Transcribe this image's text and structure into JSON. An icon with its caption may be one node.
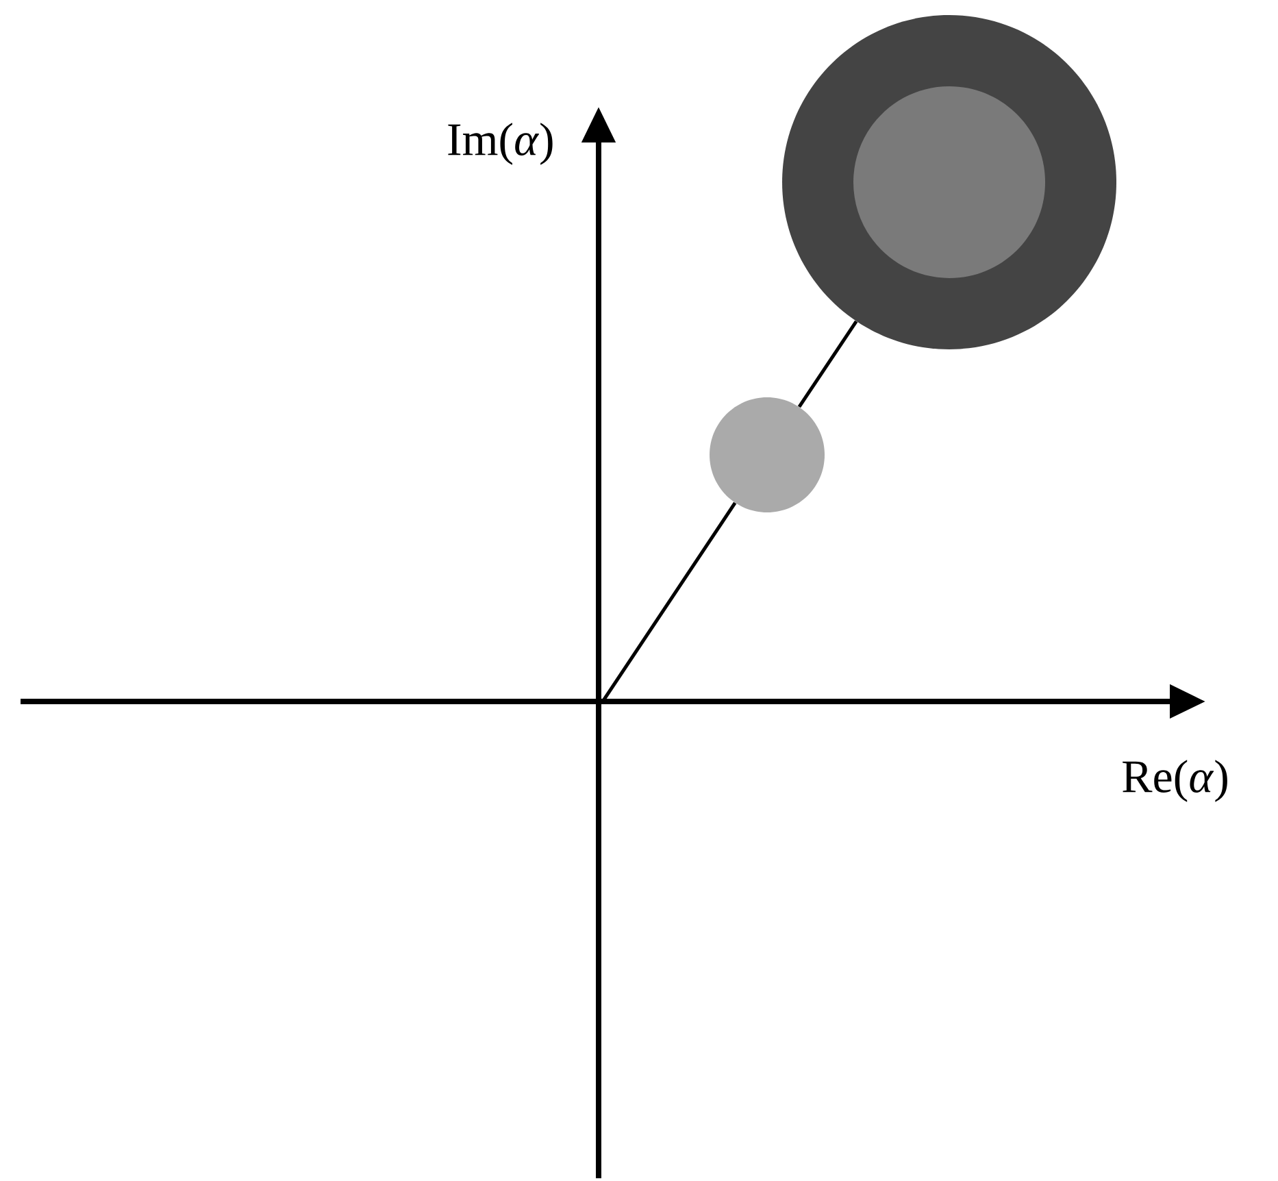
{
  "diagram": {
    "nodes": [
      {
        "text": [],
        "shape": "circle"
      },
      {
        "text": [],
        "shape": "circle"
      }
    ],
    "edges": [
      {
        "from": null,
        "to": 0,
        "arrow": "none"
      },
      {
        "from": 0,
        "to": 1,
        "arrow": "none"
      }
    ],
    "labels": [
      "Im(*α*)",
      "Re(*α*)"
    ]
  }
}
